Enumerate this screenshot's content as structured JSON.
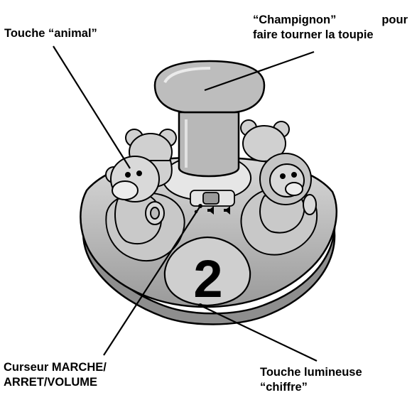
{
  "labels": {
    "animal_key": "Touche “animal”",
    "mushroom_line1_a": "“Champignon”",
    "mushroom_line1_b": "pour",
    "mushroom_line2": "faire tourner la toupie",
    "slider_line1": "Curseur MARCHE/",
    "slider_line2": "ARRET/VOLUME",
    "number_key_line1": "Touche lumineuse",
    "number_key_line2": "“chiffre”"
  },
  "toy": {
    "number_on_key": "2",
    "slider_marks": [
      "•",
      "🔉",
      "🔊"
    ]
  }
}
